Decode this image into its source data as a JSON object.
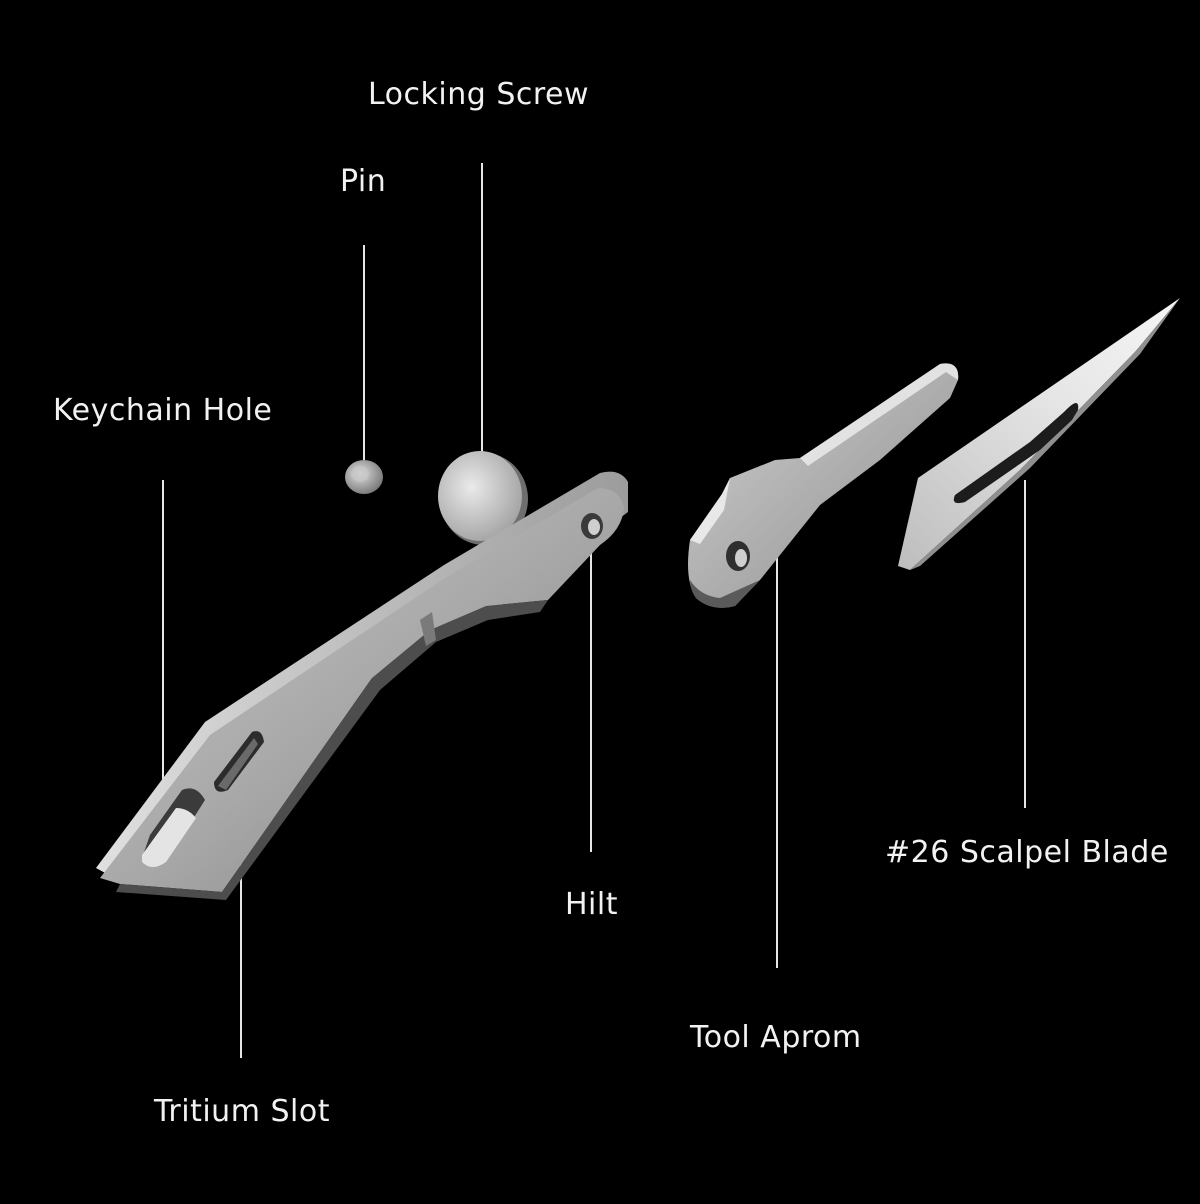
{
  "labels": {
    "locking_screw": "Locking Screw",
    "pin": "Pin",
    "keychain_hole": "Keychain Hole",
    "tritium_slot": "Tritium Slot",
    "hilt": "Hilt",
    "tool_aprom": "Tool Aprom",
    "scalpel_blade": "#26 Scalpel Blade"
  },
  "colors": {
    "background": "#000000",
    "label_text": "#f2f2f2",
    "leader_line": "#e6e6e6",
    "metal_light": "#d6d6d6",
    "metal_mid": "#9a9a9a",
    "metal_dark": "#5e5e5e",
    "blade_light": "#e4e4e4",
    "blade_dark": "#a8a8a8"
  }
}
